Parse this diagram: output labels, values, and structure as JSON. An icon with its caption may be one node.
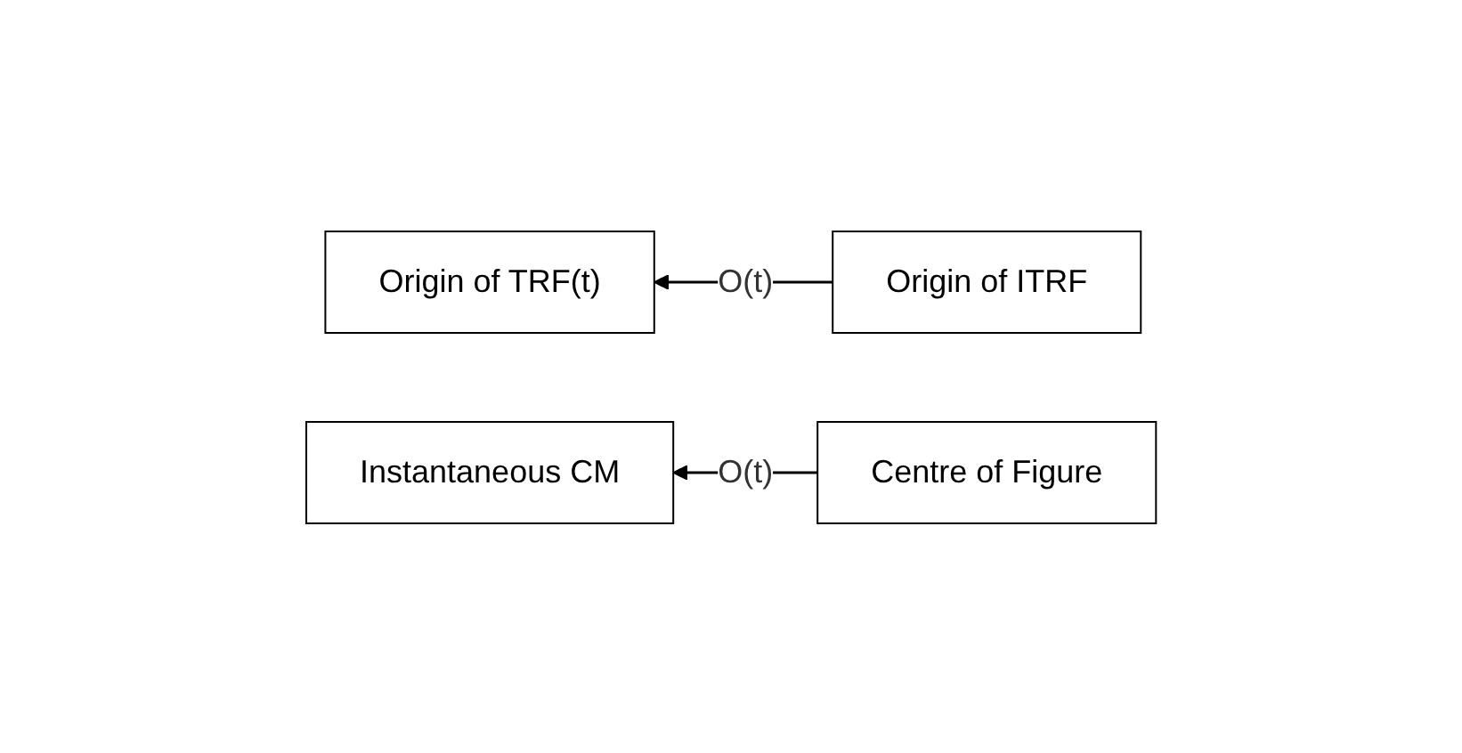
{
  "diagram": {
    "nodes": [
      {
        "text": [
          "Origin of TRF(t)"
        ]
      },
      {
        "text": [
          "Origin of ITRF"
        ]
      },
      {
        "text": [
          "Instantaneous CM"
        ]
      },
      {
        "text": [
          "Centre of Figure"
        ]
      }
    ],
    "edges": [
      {
        "from": 1,
        "to": 0,
        "arrow": "to",
        "label": "O(t)"
      },
      {
        "from": 3,
        "to": 2,
        "arrow": "to",
        "label": "O(t)"
      }
    ]
  }
}
